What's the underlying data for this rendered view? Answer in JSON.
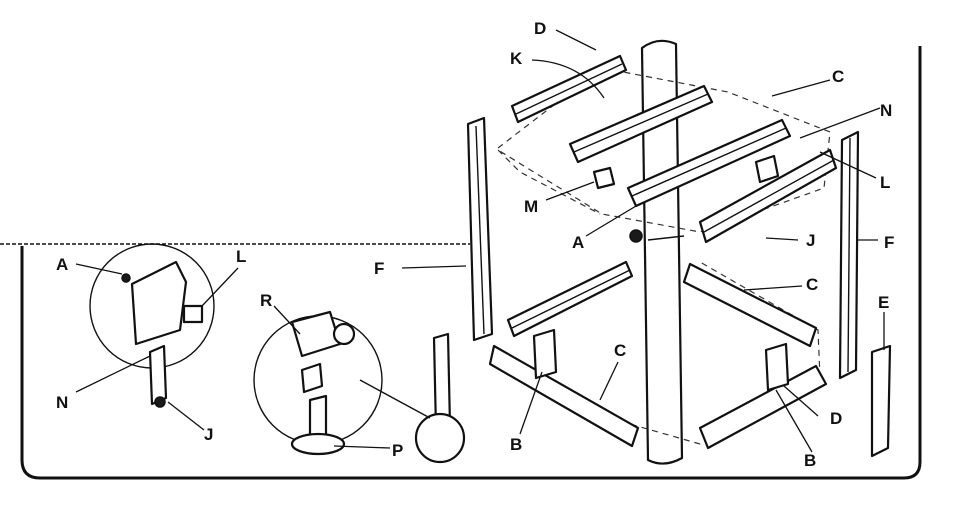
{
  "callouts": {
    "a_upper": "A",
    "a_inset": "A",
    "b_left": "B",
    "b_right": "B",
    "c_top": "C",
    "c_middle": "C",
    "c_bottom": "C",
    "d_top": "D",
    "d_bottom": "D",
    "e": "E",
    "f_left": "F",
    "f_right": "F",
    "j_upper": "J",
    "j_inset": "J",
    "k": "K",
    "l_upper": "L",
    "l_inset": "L",
    "m": "M",
    "n_upper": "N",
    "n_inset": "N",
    "p": "P",
    "r": "R"
  }
}
